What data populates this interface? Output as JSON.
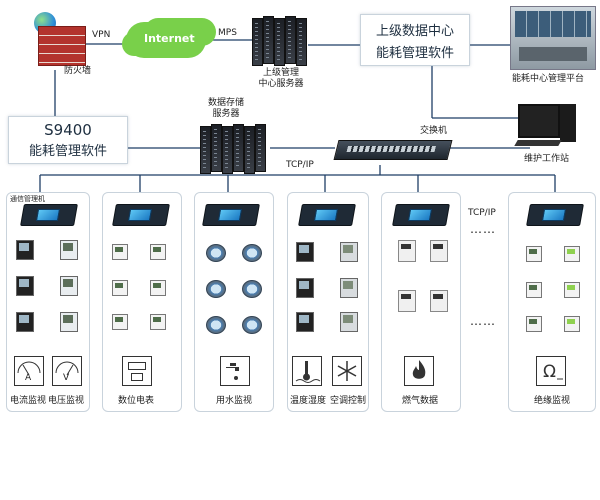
{
  "top": {
    "vpn": "VPN",
    "internet": "Internet",
    "mps": "MPS",
    "firewall": "防火墙",
    "upper_server": [
      "上级管理",
      "中心服务器"
    ],
    "upper_center": [
      "上级数据中心",
      "能耗管理软件"
    ],
    "platform": "能耗中心管理平台"
  },
  "middle": {
    "s9400_title": "S9400",
    "s9400_sub": "能耗管理软件",
    "storage": [
      "数据存储",
      "服务器"
    ],
    "switch": "交换机",
    "tcpip": "TCP/IP",
    "workstation": "维护工作站"
  },
  "bottom": {
    "gateway_label": "通信管理机",
    "tcpip": "TCP/IP",
    "dots": "……",
    "captions": {
      "current": "电流监视",
      "voltage": "电压监视",
      "meter": "数位电表",
      "water": "用水监视",
      "temp": "温度湿度",
      "ac": "空调控制",
      "gas": "燃气数据",
      "insulation": "绝缘监视"
    },
    "gauge_a": "A",
    "gauge_v": "V"
  }
}
